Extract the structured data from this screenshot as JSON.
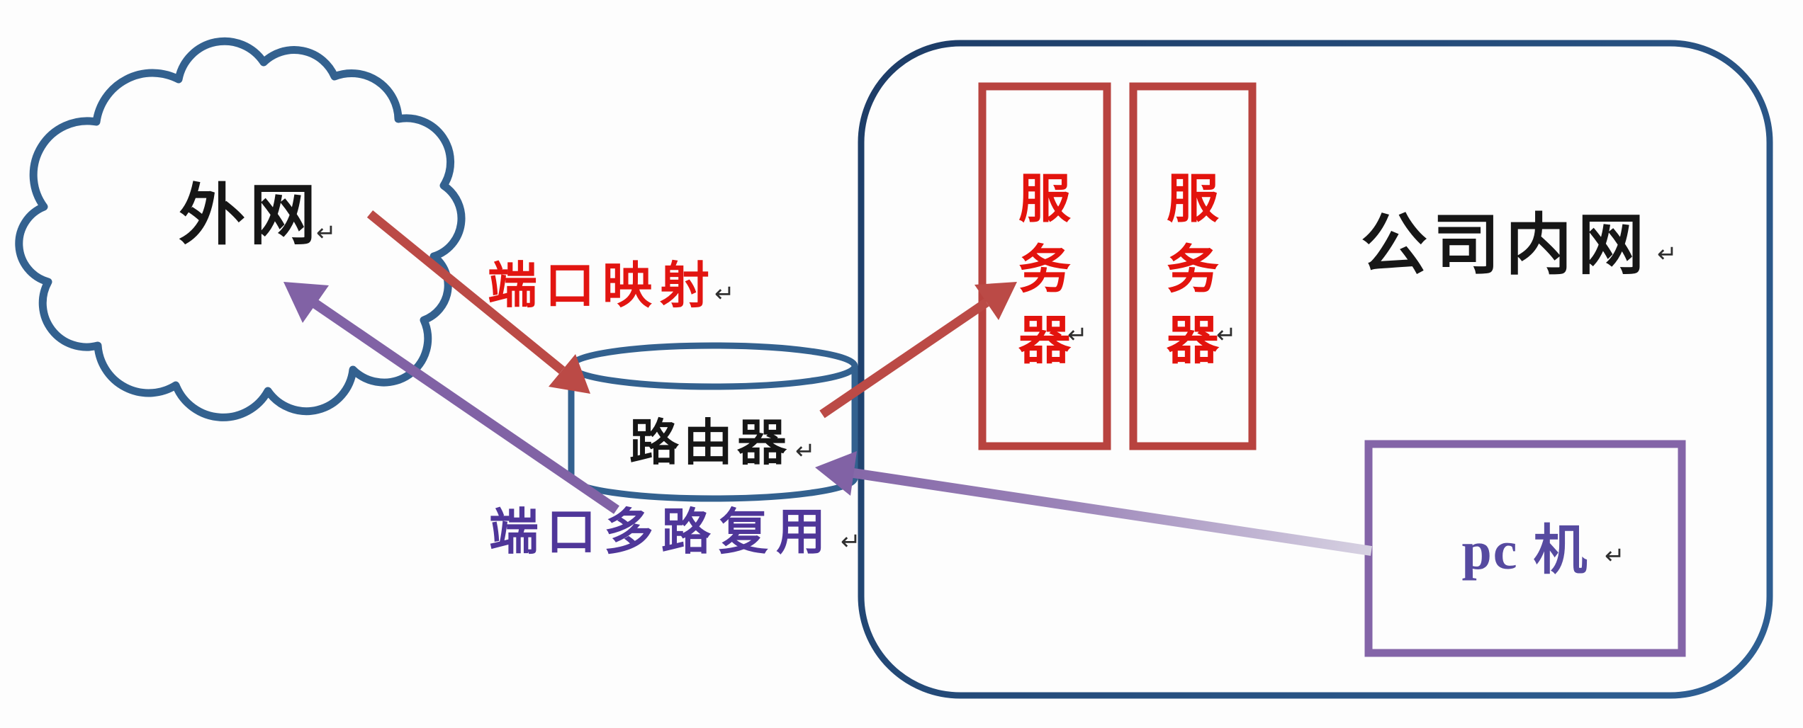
{
  "diagram": {
    "title": "",
    "background": "#fdfdfd",
    "paragraph_mark": "↵",
    "colors": {
      "outline_blue": "#33618f",
      "intranet_border": "#24497a",
      "server_border": "#b8433f",
      "pc_border": "#8465a8",
      "red_arrow": "#bb4a46",
      "purple_arrow": "#8162a5",
      "purple_arrow_light": "#d7d2e2",
      "red_text": "#e21511",
      "server_text": "#e3130d",
      "purple_text": "#4f3699",
      "pc_text": "#564aa0",
      "black_text": "#161616",
      "paragraph_mark_color": "#2f2f2f"
    },
    "nodes": {
      "external_network": {
        "label": "外网"
      },
      "router": {
        "label": "路由器"
      },
      "intranet": {
        "label": "公司内网"
      },
      "server_left": {
        "chars": [
          "服",
          "务",
          "器"
        ]
      },
      "server_right": {
        "chars": [
          "服",
          "务",
          "器"
        ]
      },
      "pc": {
        "label": "pc 机"
      }
    },
    "edges": {
      "port_mapping": {
        "label": "端口映射",
        "from": "外网",
        "to": "路由器/服务器"
      },
      "port_multiplexing": {
        "label": "端口多路复用",
        "from": "pc 机/路由器",
        "to": "外网"
      }
    }
  }
}
